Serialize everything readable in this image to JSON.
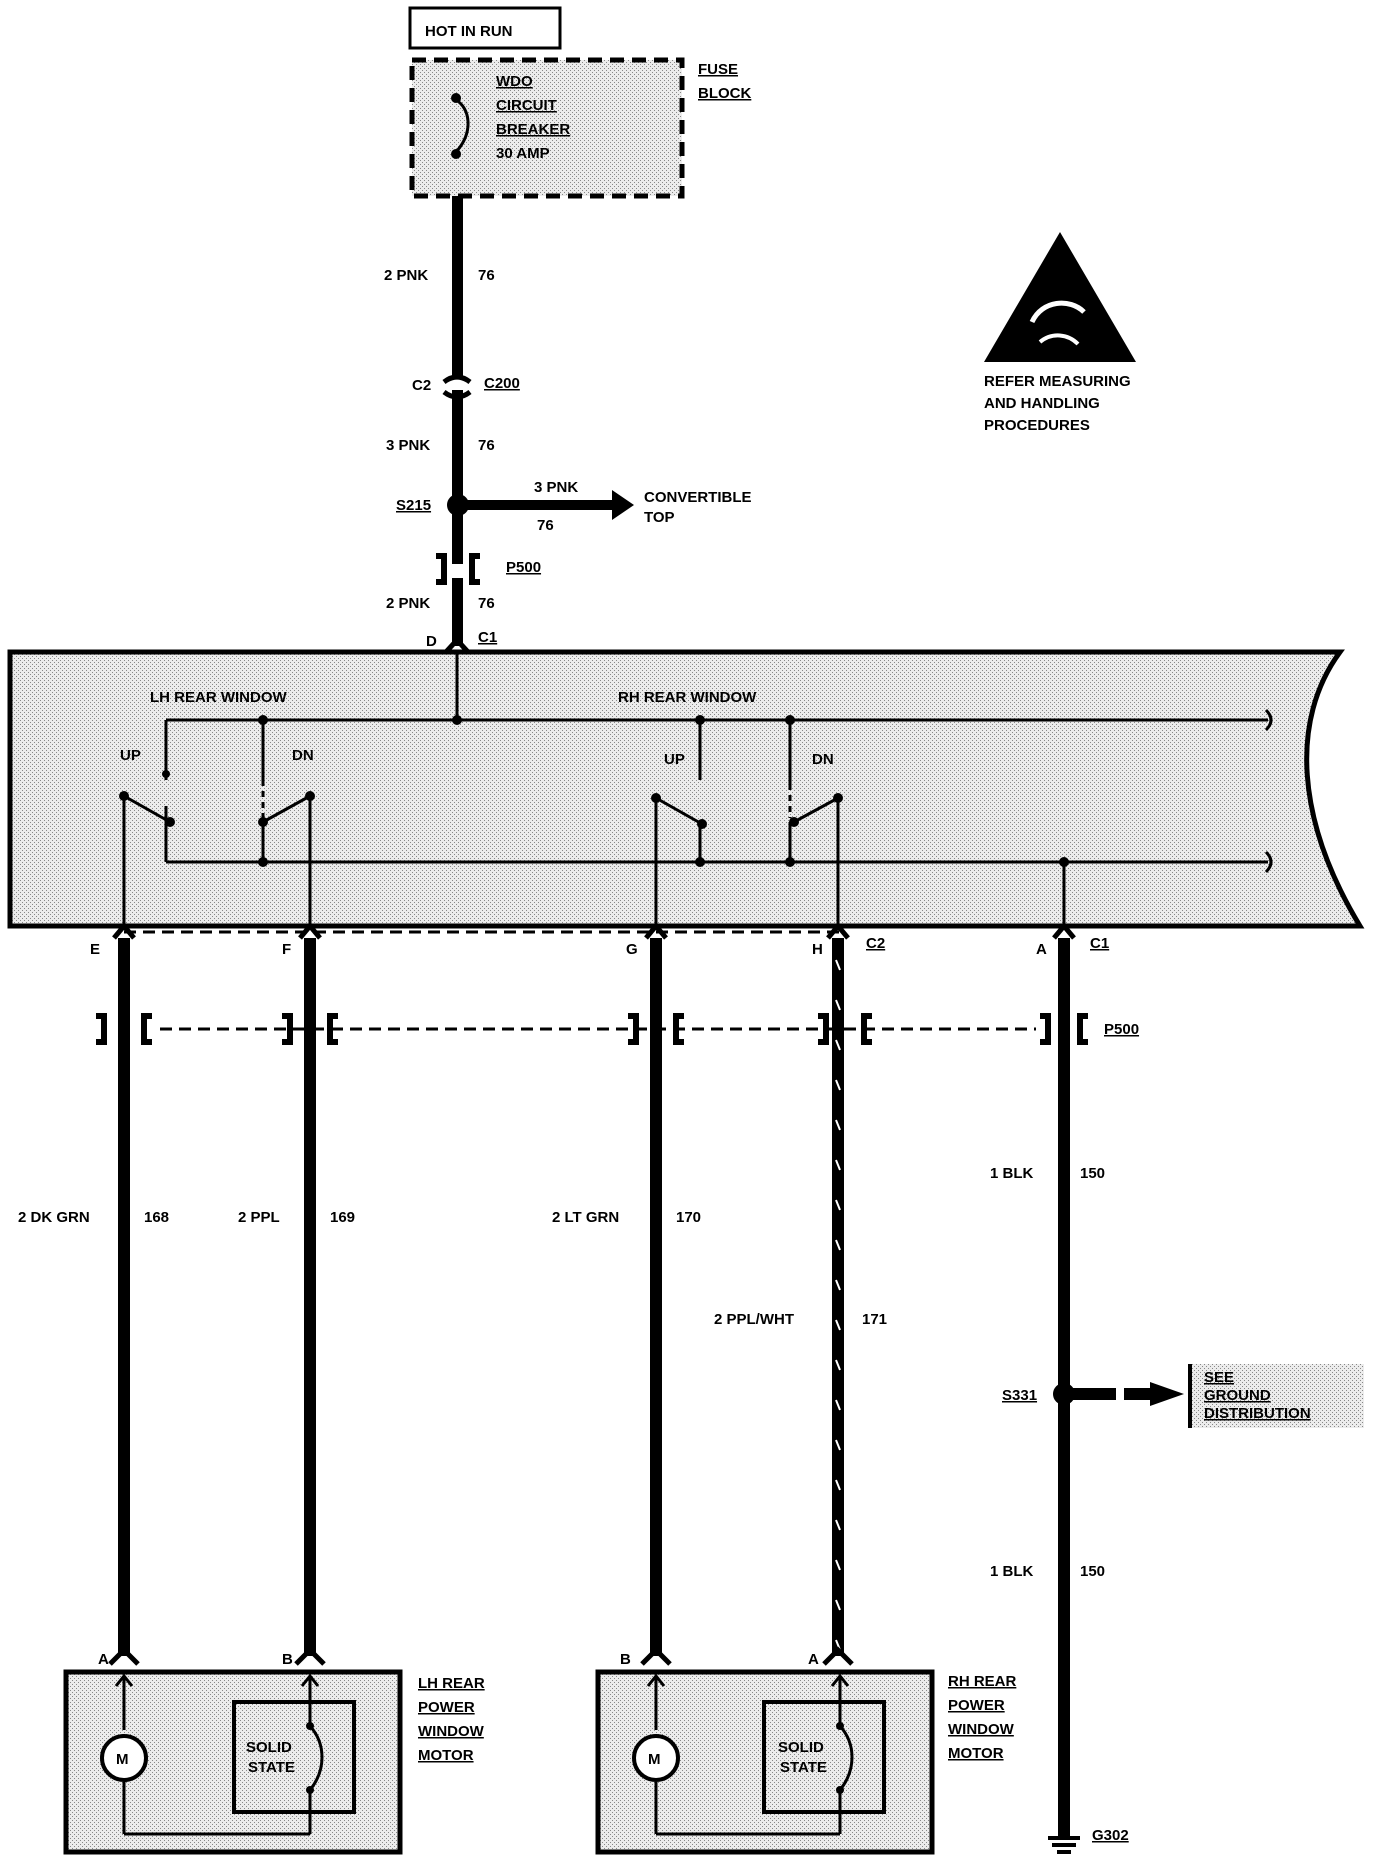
{
  "power": {
    "hot_label": "HOT IN RUN",
    "fuse_block": [
      "FUSE",
      "BLOCK"
    ],
    "breaker": [
      "WDO",
      "CIRCUIT",
      "BREAKER",
      "30 AMP"
    ]
  },
  "esd_warning": [
    "REFER MEASURING",
    "AND HANDLING",
    "PROCEDURES"
  ],
  "feed": {
    "seg1": {
      "wire": "2 PNK",
      "circuit": "76"
    },
    "c200_pin": "C2",
    "c200": "C200",
    "seg2": {
      "wire": "3 PNK",
      "circuit": "76"
    },
    "splice": "S215",
    "branch": {
      "wire": "3 PNK",
      "circuit": "76",
      "dest": [
        "CONVERTIBLE",
        "TOP"
      ]
    },
    "p500": "P500",
    "seg3": {
      "wire": "2 PNK",
      "circuit": "76"
    },
    "c1_pin": "D",
    "c1": "C1"
  },
  "switch": {
    "lh_label": "LH  REAR WINDOW",
    "rh_label": "RH  REAR  WINDOW",
    "up": "UP",
    "dn": "DN"
  },
  "wires": [
    {
      "pin": "E",
      "wire": "2 DK GRN",
      "circuit": "168"
    },
    {
      "pin": "F",
      "wire": "2 PPL",
      "circuit": "169"
    },
    {
      "pin": "G",
      "wire": "2 LT GRN",
      "circuit": "170"
    },
    {
      "pin": "H",
      "wire": "2 PPL/WHT",
      "circuit": "171"
    },
    {
      "pin": "A",
      "wire": "1 BLK",
      "circuit": "150"
    }
  ],
  "connectors": {
    "c2": "C2",
    "c1": "C1",
    "p500": "P500"
  },
  "ground": {
    "splice": "S331",
    "see": [
      "SEE",
      "GROUND",
      "DISTRIBUTION"
    ],
    "lower_wire": "1 BLK",
    "lower_circuit": "150",
    "g302": "G302"
  },
  "motors": {
    "lh": {
      "pin_a": "A",
      "pin_b": "B",
      "name": [
        "LH REAR",
        "POWER",
        "WINDOW",
        "MOTOR"
      ]
    },
    "rh": {
      "pin_a": "B",
      "pin_b": "A",
      "name": [
        "RH REAR",
        "POWER",
        "WINDOW",
        "MOTOR"
      ]
    },
    "motor_symbol": "M",
    "solid_state": [
      "SOLID",
      "STATE"
    ]
  }
}
